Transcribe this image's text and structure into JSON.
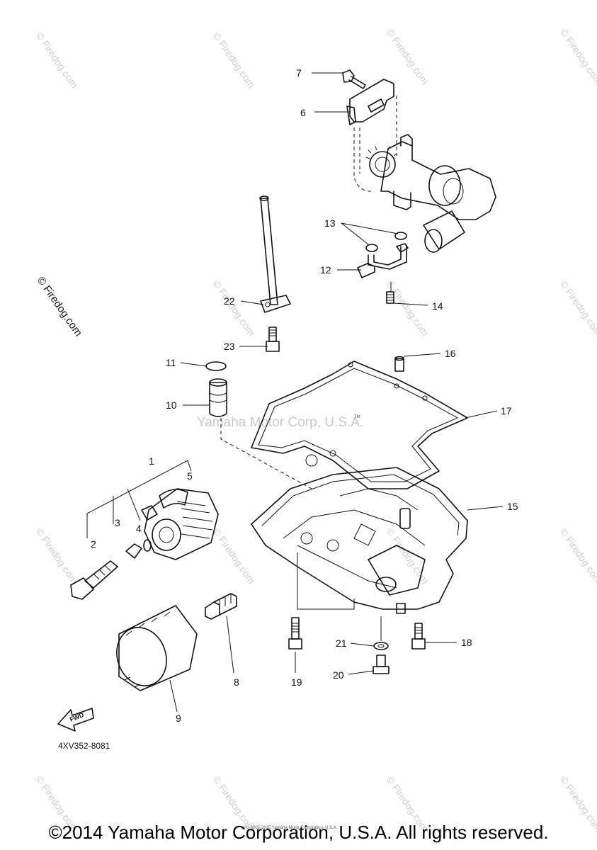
{
  "watermarks": {
    "side": "© Firedog.com",
    "repeat": "© Firedog.com",
    "center": "Yamaha Motor Corp, U.S.A.",
    "tm": "TM"
  },
  "diagram": {
    "code": "4XV352-8081",
    "fwd_label": "FWD",
    "small_print": "(c) 2005-2015 Yamaha Motor Corporation, U.S.A.",
    "callouts": [
      "1",
      "2",
      "3",
      "4",
      "5",
      "6",
      "7",
      "8",
      "9",
      "10",
      "11",
      "12",
      "13",
      "14",
      "15",
      "16",
      "17",
      "18",
      "19",
      "20",
      "21",
      "22",
      "23"
    ]
  },
  "footer": {
    "copyright": "©2014 Yamaha Motor Corporation, U.S.A. All rights reserved."
  }
}
